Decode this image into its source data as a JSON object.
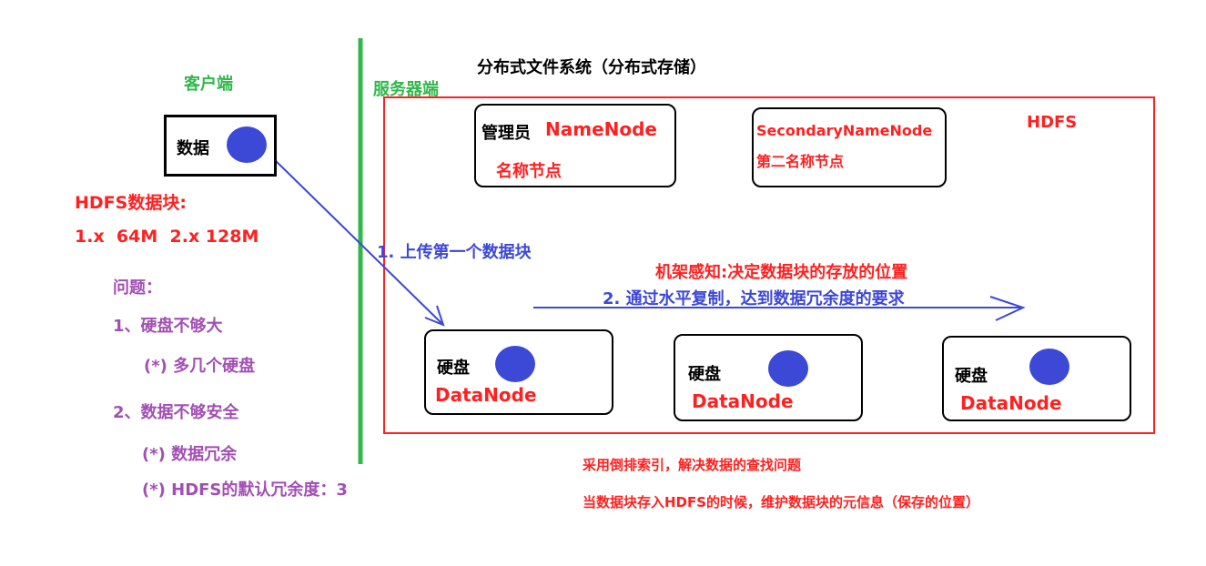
{
  "client": {
    "title": "客户端",
    "data_label": "数据"
  },
  "server": {
    "title": "服务器端",
    "system_title": "分布式文件系统（分布式存储）",
    "hdfs_label": "HDFS",
    "namenode": {
      "role": "管理员",
      "name": "NameNode",
      "desc": "名称节点"
    },
    "secondary": {
      "name": "SecondaryNameNode",
      "desc": "第二名称节点"
    },
    "datanodes": [
      {
        "disk": "硬盘",
        "name": "DataNode"
      },
      {
        "disk": "硬盘",
        "name": "DataNode"
      },
      {
        "disk": "硬盘",
        "name": "DataNode"
      }
    ],
    "upload_step": "1. 上传第一个数据块",
    "rack_awareness": "机架感知:决定数据块的存放的位置",
    "replication_step": "2. 通过水平复制，达到数据冗余度的要求"
  },
  "block_info": {
    "title": "HDFS数据块:",
    "sizes": "1.x  64M  2.x 128M"
  },
  "problems": {
    "title": "问题：",
    "p1": "1、硬盘不够大",
    "p1_sol": "(*) 多几个硬盘",
    "p2": "2、数据不够安全",
    "p2_sol1": "(*) 数据冗余",
    "p2_sol2": "(*) HDFS的默认冗余度：3"
  },
  "notes": {
    "inverted_index": "采用倒排索引，解决数据的查找问题",
    "metadata": "当数据块存入HDFS的时候，维护数据块的元信息（保存的位置）"
  },
  "colors": {
    "green": "#2fb84a",
    "red": "#ff2020",
    "blue": "#3c48d6",
    "purple": "#a24fb4"
  }
}
